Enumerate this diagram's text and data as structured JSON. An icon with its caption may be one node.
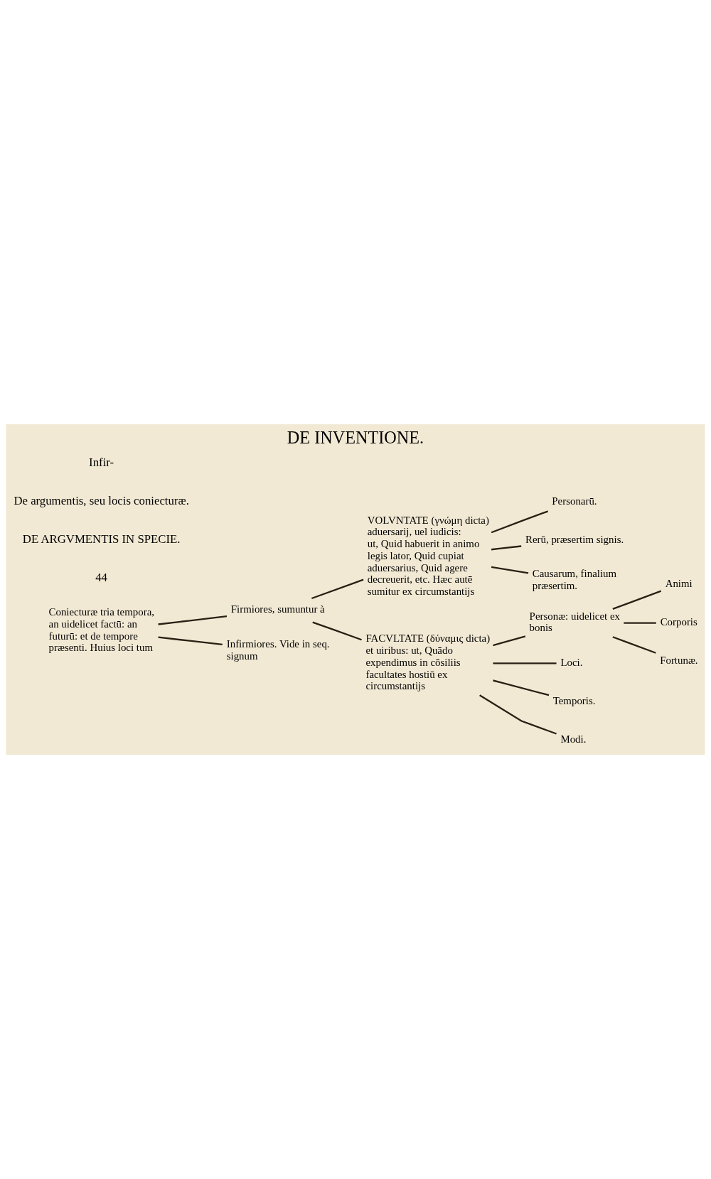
{
  "diagram": {
    "title": "DE INVENTIONE.",
    "nodes": [
      {
        "text": [
          "Coniecturæ tria tempora, an uidelicet factū: an futurū: et de tempore præsenti. Huius loci tum"
        ]
      },
      {
        "text": [
          "Firmiores, sumuntur à"
        ]
      },
      {
        "text": [
          "VOLVNTATE (γνώμη dicta) aduersarij, uel iudicis: ut, Quid habuerit in animo legis lator, Quid cupiat aduersarius, Quid agere decreuerit, etc. Hæc autē sumitur ex circumstantijs"
        ]
      },
      {
        "text": [
          "Personarū."
        ]
      },
      {
        "text": [
          "Rerū, præsertim signis."
        ]
      },
      {
        "text": [
          "Causarum, finalium præsertim."
        ]
      },
      {
        "text": [
          "FACVLTATE (δύναμις dicta) et uiribus: ut, Quādo expendimus in cōsiliis facultates hostiū ex circumstantijs"
        ]
      },
      {
        "text": [
          "Personæ: uidelicet ex bonis"
        ]
      },
      {
        "text": [
          "Animi"
        ]
      },
      {
        "text": [
          "Corporis"
        ]
      },
      {
        "text": [
          "Fortunæ."
        ]
      },
      {
        "text": [
          "Loci."
        ]
      },
      {
        "text": [
          "Temporis."
        ]
      },
      {
        "text": [
          "Modi."
        ]
      },
      {
        "text": [
          "Infirmiores. Vide in seq. signum"
        ]
      }
    ],
    "edges": [
      {
        "from": 0,
        "to": 1,
        "arrow": "none"
      },
      {
        "from": 0,
        "to": 14,
        "arrow": "none"
      },
      {
        "from": 1,
        "to": 2,
        "arrow": "none"
      },
      {
        "from": 1,
        "to": 6,
        "arrow": "none"
      },
      {
        "from": 2,
        "to": 3,
        "arrow": "none"
      },
      {
        "from": 2,
        "to": 4,
        "arrow": "none"
      },
      {
        "from": 2,
        "to": 5,
        "arrow": "none"
      },
      {
        "from": 6,
        "to": 7,
        "arrow": "none"
      },
      {
        "from": 6,
        "to": 11,
        "arrow": "none"
      },
      {
        "from": 6,
        "to": 12,
        "arrow": "none"
      },
      {
        "from": 6,
        "to": 13,
        "arrow": "none"
      },
      {
        "from": 7,
        "to": 8,
        "arrow": "none"
      },
      {
        "from": 7,
        "to": 9,
        "arrow": "none"
      },
      {
        "from": 7,
        "to": 10,
        "arrow": "none"
      }
    ],
    "labels": [
      "44",
      "DE ARGVMENTIS IN SPECIE.",
      "De argumentis, seu locis coniecturæ.",
      "Infir-"
    ]
  }
}
